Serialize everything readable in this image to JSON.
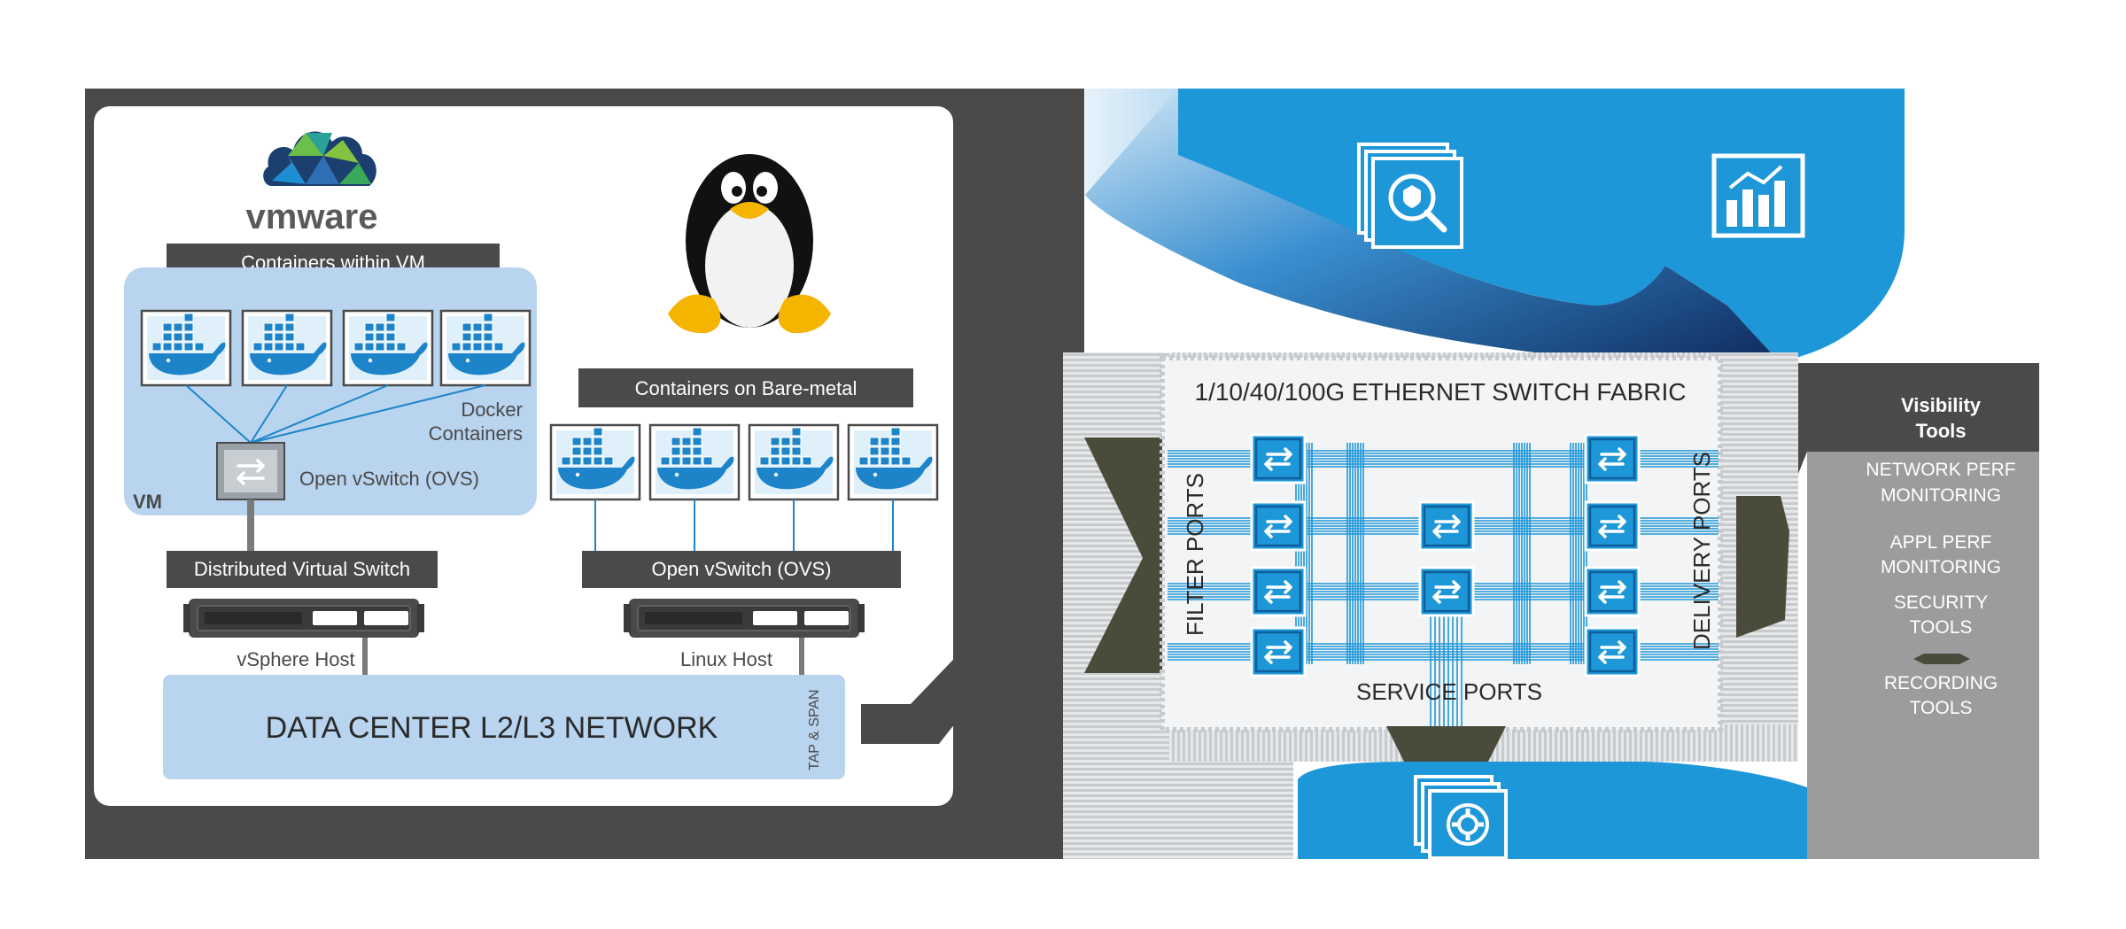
{
  "vmware": {
    "logo_text": "vmware",
    "containers_within_vm": "Containers within VM",
    "docker_containers_line1": "Docker",
    "docker_containers_line2": "Containers",
    "ovs_vm_label": "Open vSwitch (OVS)",
    "vm_label": "VM",
    "distributed_switch": "Distributed Virtual Switch",
    "vsphere_host": "vSphere Host"
  },
  "linux": {
    "containers_bare_metal": "Containers on Bare-metal",
    "ovs_label": "Open vSwitch (OVS)",
    "linux_host": "Linux Host"
  },
  "network": {
    "data_center": "DATA CENTER L2/L3 NETWORK",
    "tap_span": "TAP & SPAN"
  },
  "fabric": {
    "title": "1/10/40/100G ETHERNET SWITCH FABRIC",
    "filter_ports": "FILTER PORTS",
    "delivery_ports": "DELIVERY PORTS",
    "service_ports": "SERVICE PORTS"
  },
  "visibility": {
    "title_line1": "Visibility",
    "title_line2": "Tools",
    "items": [
      {
        "line1": "NETWORK PERF",
        "line2": "MONITORING"
      },
      {
        "line1": "APPL PERF",
        "line2": "MONITORING"
      },
      {
        "line1": "SECURITY",
        "line2": "TOOLS"
      },
      {
        "line1": "RECORDING",
        "line2": "TOOLS"
      }
    ]
  },
  "icons": {
    "security_search": "security-search-icon",
    "analytics": "analytics-chart-icon",
    "service_gear": "service-gear-icon",
    "docker": "docker-whale-icon",
    "switch": "switch-arrows-icon",
    "penguin": "linux-penguin-icon",
    "vmware_cloud": "vmware-cloud-logo-icon",
    "server": "server-rack-icon"
  },
  "colors": {
    "dark_gray": "#4a4a4a",
    "vm_blue": "#b8d4ee",
    "accent_blue": "#1e97d8",
    "light_gray": "#d5d8da",
    "olive_ports": "#4a4b3a",
    "tool_gray": "#9a9c9e"
  }
}
